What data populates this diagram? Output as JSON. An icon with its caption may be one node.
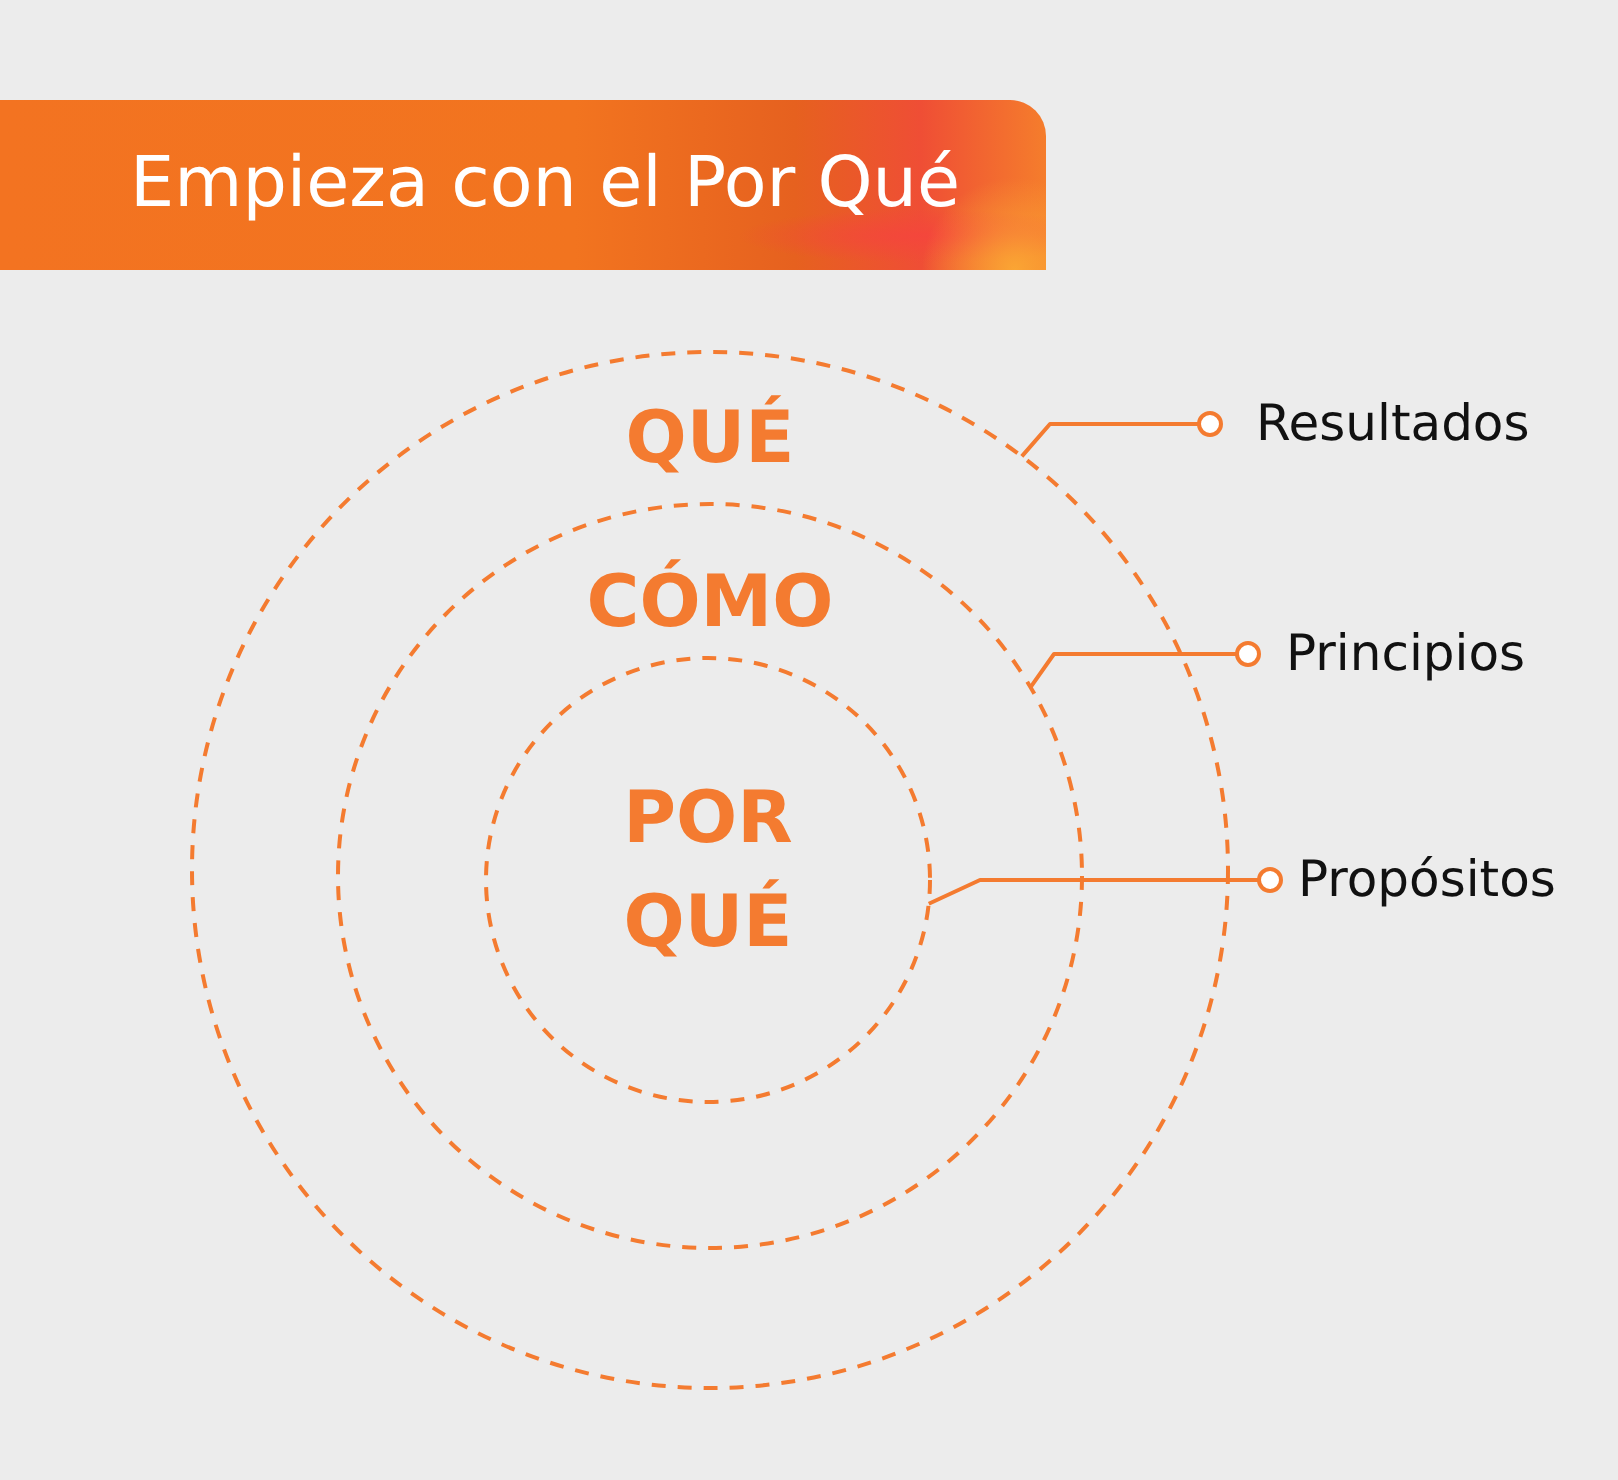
{
  "diagram": {
    "title": "Empieza con el Por Qué",
    "nodes": [
      {
        "text": [
          "QUÉ"
        ]
      },
      {
        "text": [
          "CÓMO"
        ],
        "in": 0
      },
      {
        "text": [
          "POR QUÉ"
        ],
        "in": 1
      },
      {
        "text": [
          "Resultados"
        ]
      },
      {
        "text": [
          "Principios"
        ]
      },
      {
        "text": [
          "Propósitos"
        ]
      }
    ],
    "edges": [
      {
        "from": 3,
        "to": 0,
        "arrow": "other"
      },
      {
        "from": 4,
        "to": 1,
        "arrow": "other"
      },
      {
        "from": 5,
        "to": 2,
        "arrow": "other"
      }
    ]
  }
}
